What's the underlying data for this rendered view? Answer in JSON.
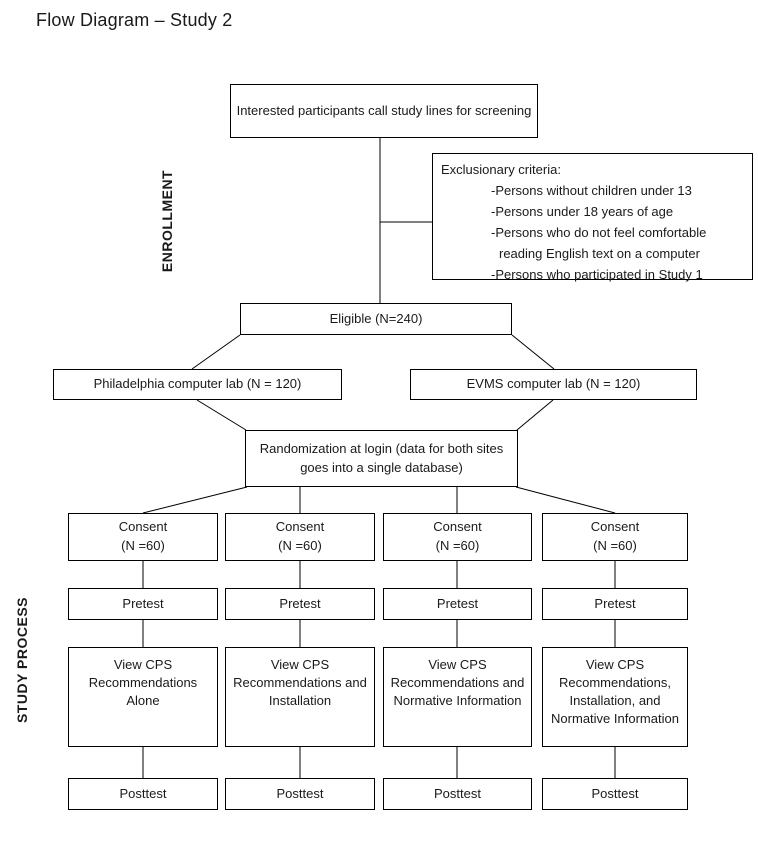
{
  "title": "Flow Diagram – Study 2",
  "section_labels": {
    "enrollment": "ENROLLMENT",
    "study_process": "STUDY PROCESS"
  },
  "enrollment": {
    "screening": "Interested participants call study lines for screening",
    "exclusion": {
      "heading": "Exclusionary criteria:",
      "items": [
        "-Persons without children under 13",
        "-Persons under 18 years of age",
        "-Persons who do not feel comfortable reading English text on a computer",
        "-Persons who participated in Study 1"
      ]
    },
    "eligible": "Eligible (N=240)",
    "sites": [
      "Philadelphia computer lab (N = 120)",
      "EVMS computer lab (N = 120)"
    ],
    "randomization": "Randomization at login (data for both sites goes into a single database)"
  },
  "study_process": {
    "arms": [
      {
        "consent_line1": "Consent",
        "consent_line2": "(N =60)",
        "pretest": "Pretest",
        "intervention": "View CPS Recommendations Alone",
        "posttest": "Posttest"
      },
      {
        "consent_line1": "Consent",
        "consent_line2": "(N =60)",
        "pretest": "Pretest",
        "intervention": "View CPS Recommendations and Installation",
        "posttest": "Posttest"
      },
      {
        "consent_line1": "Consent",
        "consent_line2": "(N =60)",
        "pretest": "Pretest",
        "intervention": "View CPS Recommendations and Normative Information",
        "posttest": "Posttest"
      },
      {
        "consent_line1": "Consent",
        "consent_line2": "(N =60)",
        "pretest": "Pretest",
        "intervention": "View CPS Recommendations, Installation, and Normative Information",
        "posttest": "Posttest"
      }
    ]
  },
  "colors": {
    "line": "#000000",
    "text": "#000000",
    "background": "#ffffff"
  }
}
